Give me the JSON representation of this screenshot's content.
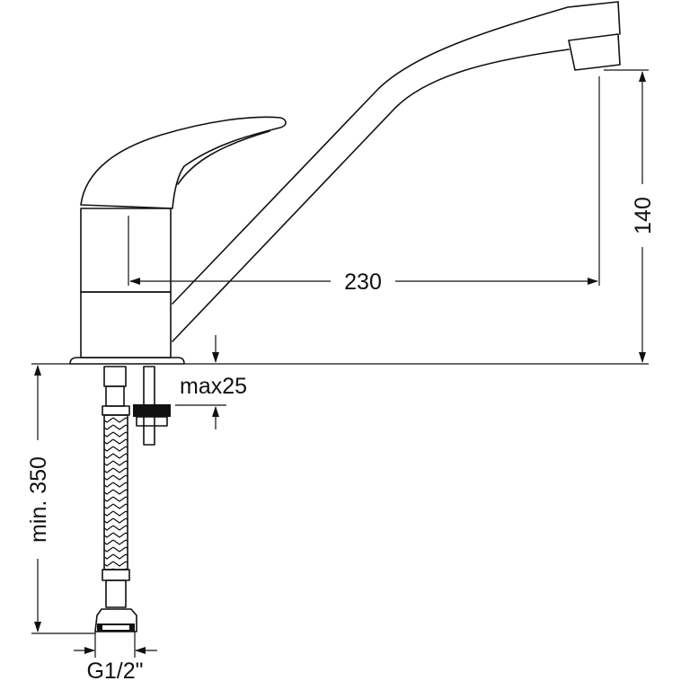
{
  "drawing": {
    "title": "Single-lever sink mixer dimension drawing",
    "dimensions": {
      "spout_reach": "230",
      "spout_height": "140",
      "max_mount_thickness": "max25",
      "hose_length": "min. 350",
      "connection_thread": "G1/2\""
    },
    "colors": {
      "line": "#111111",
      "background": "#ffffff"
    }
  }
}
